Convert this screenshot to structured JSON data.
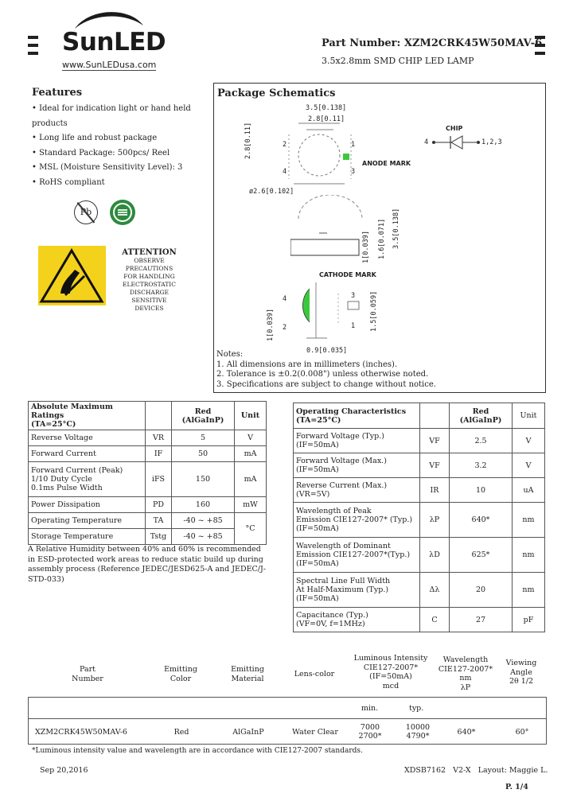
{
  "header": {
    "logo_text": "SunLED",
    "website": "www.SunLEDusa.com",
    "part_number_label": "Part Number: XZM2CRK45W50MAV-6",
    "subtitle": "3.5x2.8mm SMD CHIP LED LAMP"
  },
  "features": {
    "title": "Features",
    "items": [
      "Ideal for indication light or hand held products",
      "Long life and robust package",
      "Standard Package: 500pcs/ Reel",
      "MSL (Moisture Sensitivity Level): 3",
      "RoHS compliant"
    ],
    "pb_symbol": "Pb"
  },
  "attention": {
    "title": "ATTENTION",
    "lines": [
      "OBSERVE PRECAUTIONS",
      "FOR HANDLING",
      "ELECTROSTATIC",
      "DISCHARGE",
      "SENSITIVE",
      "DEVICES"
    ]
  },
  "schematics": {
    "title": "Package Schematics",
    "dims": {
      "d1": "3.5[0.138]",
      "d2": "2.8[0.11]",
      "d3": "2.8[0.11]",
      "d4": "ø2.6[0.102]",
      "d5": "1.6[0.071]",
      "d6": "1[0.039]",
      "d7": "3.5[0.138]",
      "d8": "1.5[0.059]",
      "d9": "1[0.039]",
      "d10": "0.9[0.035]"
    },
    "pins": {
      "p1": "1",
      "p2": "2",
      "p3": "3",
      "p4": "4"
    },
    "anode_mark": "ANODE MARK",
    "cathode_mark": "CATHODE MARK",
    "chip_label": "CHIP",
    "chip_left": "4",
    "chip_right": "1,2,3",
    "notes_title": "Notes:",
    "notes": [
      "1. All dimensions are in millimeters (inches).",
      "2. Tolerance is ±0.2(0.008\") unless otherwise noted.",
      "3. Specifications are subject to change without notice."
    ],
    "mark_color": "#3cc83c"
  },
  "abs_max": {
    "header": [
      "Absolute Maximum Ratings",
      "(TA=25°C)",
      "Red",
      "(AlGaInP)",
      "Unit"
    ],
    "rows": [
      {
        "name": [
          "Reverse Voltage"
        ],
        "sym": "VR",
        "val": "5",
        "unit": "V"
      },
      {
        "name": [
          "Forward Current"
        ],
        "sym": "IF",
        "val": "50",
        "unit": "mA"
      },
      {
        "name": [
          "Forward Current (Peak)",
          "1/10 Duty Cycle",
          "0.1ms Pulse Width"
        ],
        "sym": "iFS",
        "val": "150",
        "unit": "mA"
      },
      {
        "name": [
          "Power Dissipation"
        ],
        "sym": "PD",
        "val": "160",
        "unit": "mW"
      },
      {
        "name": [
          "Operating Temperature"
        ],
        "sym": "TA",
        "val": "-40 ~ +85",
        "unit": "°C"
      },
      {
        "name": [
          "Storage Temperature"
        ],
        "sym": "Tstg",
        "val": "-40 ~ +85",
        "unit": ""
      }
    ],
    "footnote": "A Relative Humidity between 40% and 60% is recommended in ESD-protected work areas to reduce static build up during assembly process (Reference JEDEC/JESD625-A and JEDEC/J-STD-033)"
  },
  "op_char": {
    "header": [
      "Operating Characteristics",
      "(TA=25°C)",
      "Red",
      "(AlGaInP)",
      "Unit"
    ],
    "rows": [
      {
        "name": [
          "Forward Voltage (Typ.)",
          "(IF=50mA)"
        ],
        "sym": "VF",
        "val": "2.5",
        "unit": "V"
      },
      {
        "name": [
          "Forward Voltage (Max.)",
          "(IF=50mA)"
        ],
        "sym": "VF",
        "val": "3.2",
        "unit": "V"
      },
      {
        "name": [
          "Reverse Current (Max.)",
          "(VR=5V)"
        ],
        "sym": "IR",
        "val": "10",
        "unit": "uA"
      },
      {
        "name": [
          "Wavelength of Peak",
          "Emission CIE127-2007* (Typ.)",
          "(IF=50mA)"
        ],
        "sym": "λP",
        "val": "640*",
        "unit": "nm"
      },
      {
        "name": [
          "Wavelength of Dominant",
          "Emission CIE127-2007*(Typ.)",
          "(IF=50mA)"
        ],
        "sym": "λD",
        "val": "625*",
        "unit": "nm"
      },
      {
        "name": [
          "Spectral Line Full Width",
          "At Half-Maximum (Typ.)",
          "(IF=50mA)"
        ],
        "sym": "Δλ",
        "val": "20",
        "unit": "nm"
      },
      {
        "name": [
          "Capacitance (Typ.)",
          "(VF=0V, f=1MHz)"
        ],
        "sym": "C",
        "val": "27",
        "unit": "pF"
      }
    ]
  },
  "selection": {
    "col_part": [
      "Part",
      "Number"
    ],
    "col_color": [
      "Emitting",
      "Color"
    ],
    "col_material": [
      "Emitting",
      "Material"
    ],
    "col_lens": [
      "Lens-color"
    ],
    "col_intensity": [
      "Luminous Intensity",
      "CIE127-2007*",
      "(IF=50mA)",
      "mcd"
    ],
    "col_wavelength": [
      "Wavelength",
      "CIE127-2007*",
      "nm",
      "λP"
    ],
    "col_angle": [
      "Viewing",
      "Angle",
      "2θ 1/2"
    ],
    "sub_min": "min.",
    "sub_typ": "typ.",
    "row": {
      "part": "XZM2CRK45W50MAV-6",
      "color": "Red",
      "material": "AlGaInP",
      "lens": "Water Clear",
      "min1": "7000",
      "min2": "2700*",
      "typ1": "10000",
      "typ2": "4790*",
      "wavelength": "640*",
      "angle": "60°"
    },
    "footnote": "*Luminous intensity value and wavelength are in accordance with CIE127-2007 standards."
  },
  "footer": {
    "date": "Sep 20,2016",
    "doc": "XDSB7162   V2-X   Layout: Maggie L.",
    "page": "P. 1/4"
  }
}
